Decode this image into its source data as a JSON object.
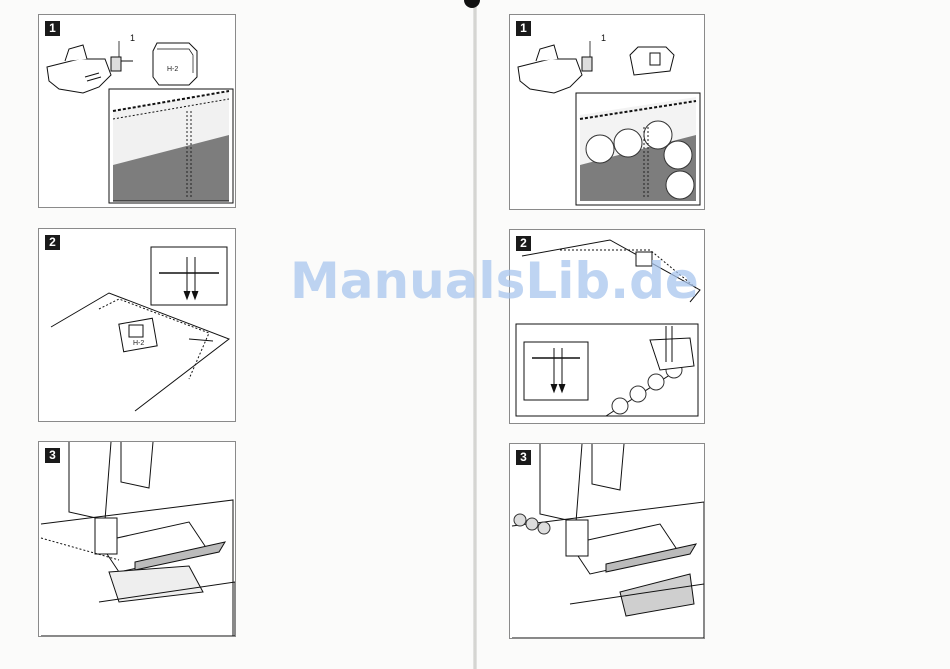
{
  "watermark": {
    "text": "ManualsLib.de"
  },
  "left_page": {
    "steps": [
      {
        "number": "1",
        "callout": "1",
        "foot_label": "H-2"
      },
      {
        "number": "2",
        "foot_label": "H-2"
      },
      {
        "number": "3"
      }
    ]
  },
  "right_page": {
    "steps": [
      {
        "number": "1",
        "callout": "1"
      },
      {
        "number": "2"
      },
      {
        "number": "3"
      }
    ]
  },
  "colors": {
    "panel_border": "#8a8a8a",
    "step_badge": "#1a1a1a",
    "fabric_shade": "#7d7d7d",
    "watermark": "#a9c6ee"
  }
}
